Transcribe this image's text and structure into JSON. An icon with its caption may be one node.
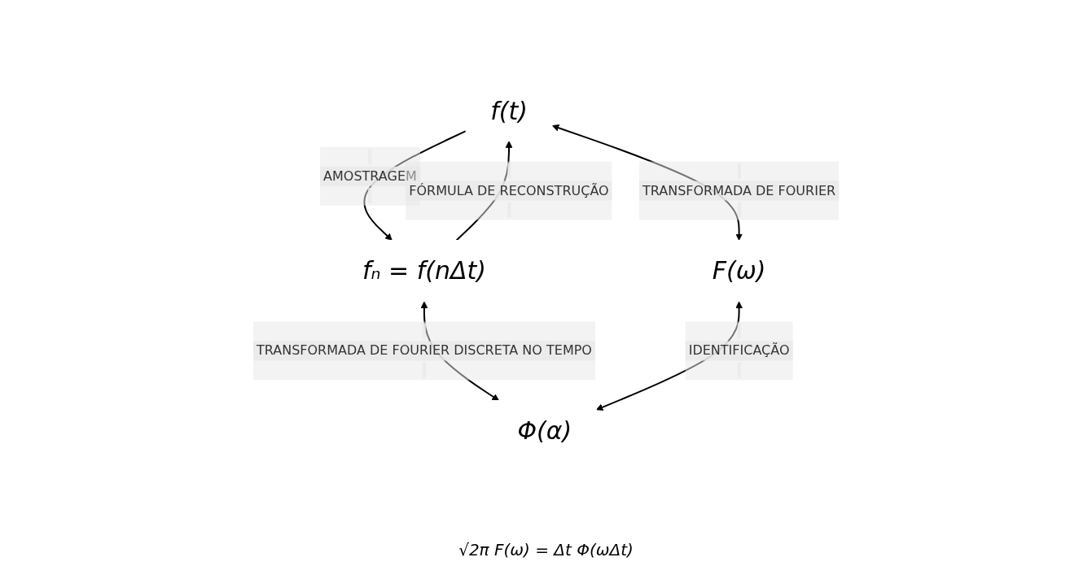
{
  "diagram": {
    "nodes": [
      {
        "text": [
          "f(t)"
        ]
      },
      {
        "text": [
          "fₙ = f(nΔt)"
        ]
      },
      {
        "text": [
          "F(ω)"
        ]
      },
      {
        "text": [
          "Φ(α)"
        ]
      }
    ],
    "edges": [
      {
        "from": 0,
        "to": 1,
        "arrow": "to",
        "label": "AMOSTRAGEM"
      },
      {
        "from": 0,
        "to": 2,
        "arrow": "both",
        "label": "TRANSFORMADA DE FOURIER"
      },
      {
        "from": 1,
        "to": 3,
        "arrow": "both",
        "label": "TRANSFORMADA DE FOURIER DISCRETA NO TEMPO"
      },
      {
        "from": 2,
        "to": 3,
        "arrow": "both",
        "label": "IDENTIFICAÇÃO"
      },
      {
        "from": 1,
        "to": 0,
        "arrow": "to",
        "label": "FÓRMULA DE RECONSTRUÇÃO"
      }
    ],
    "labels": [
      "√2π F(ω) = Δt Φ(ωΔt)"
    ]
  }
}
